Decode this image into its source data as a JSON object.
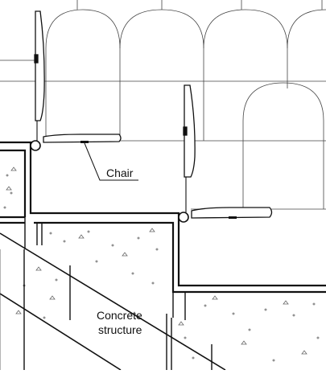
{
  "drawing": {
    "labels": {
      "chair": "Chair",
      "concrete_line1": "Concrete",
      "concrete_line2": "structure"
    },
    "colors": {
      "line": "#111111",
      "thin_line": "#444444",
      "fill": "#ffffff",
      "speckle": "#666666"
    }
  }
}
